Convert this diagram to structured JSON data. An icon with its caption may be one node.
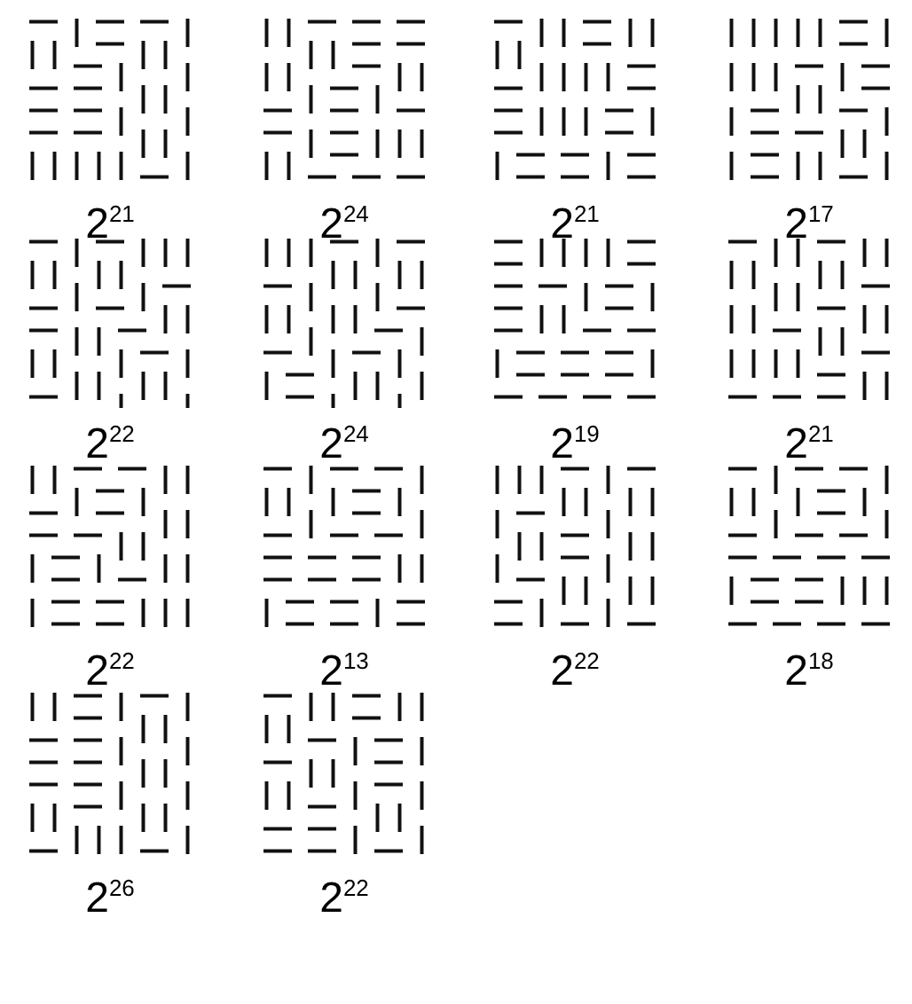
{
  "diagram": {
    "labels": [
      "2$^{21}$",
      "2$^{24}$",
      "2$^{21}$",
      "2$^{17}$",
      "2$^{22}$",
      "2$^{24}$",
      "2$^{19}$",
      "2$^{21}$",
      "2$^{22}$",
      "2$^{13}$",
      "2$^{22}$",
      "2$^{18}$",
      "2$^{26}$",
      "2$^{22}$"
    ]
  }
}
